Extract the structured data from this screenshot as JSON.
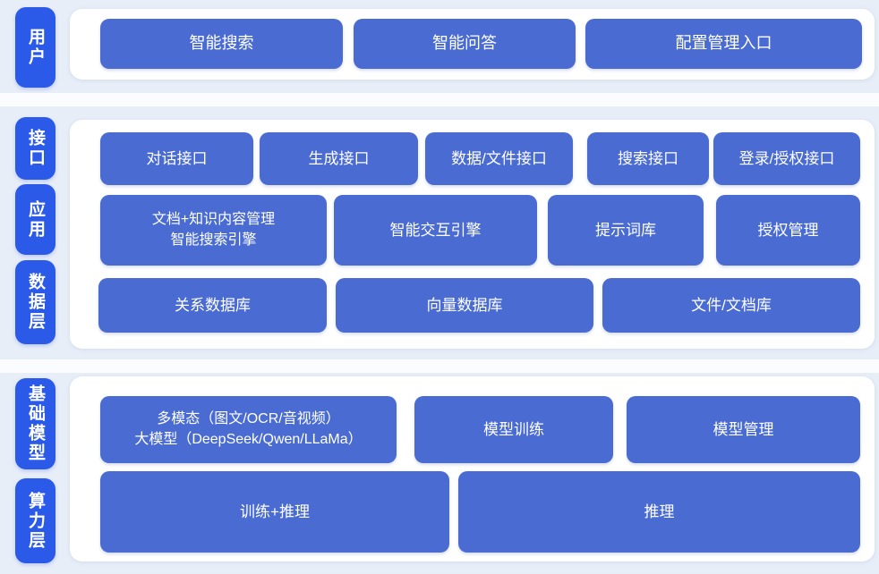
{
  "colors": {
    "background": "#e8eef8",
    "card": "#ffffff",
    "node_blue": "#4a6cd2",
    "side_label_blue": "#2b59e8",
    "text": "#ffffff"
  },
  "side_labels": {
    "user": "用户",
    "interface": "接口",
    "application": "应用",
    "data_layer": "数据层",
    "base_model": "基础模型",
    "compute_layer": "算力层"
  },
  "sections": {
    "user": {
      "buttons": [
        "智能搜索",
        "智能问答",
        "配置管理入口"
      ]
    },
    "middle": {
      "interface_row": [
        "对话接口",
        "生成接口",
        "数据/文件接口",
        "搜索接口",
        "登录/授权接口"
      ],
      "app_row": [
        {
          "line1": "文档+知识内容管理",
          "line2": "智能搜索引擎"
        },
        "智能交互引擎",
        "提示词库",
        "授权管理"
      ],
      "data_row": [
        "关系数据库",
        "向量数据库",
        "文件/文档库"
      ]
    },
    "bottom": {
      "model_row": [
        {
          "line1": "多模态（图文/OCR/音视频）",
          "line2": "大模型（DeepSeek/Qwen/LLaMa）"
        },
        "模型训练",
        "模型管理"
      ],
      "compute_row": [
        "训练+推理",
        "推理"
      ]
    }
  }
}
